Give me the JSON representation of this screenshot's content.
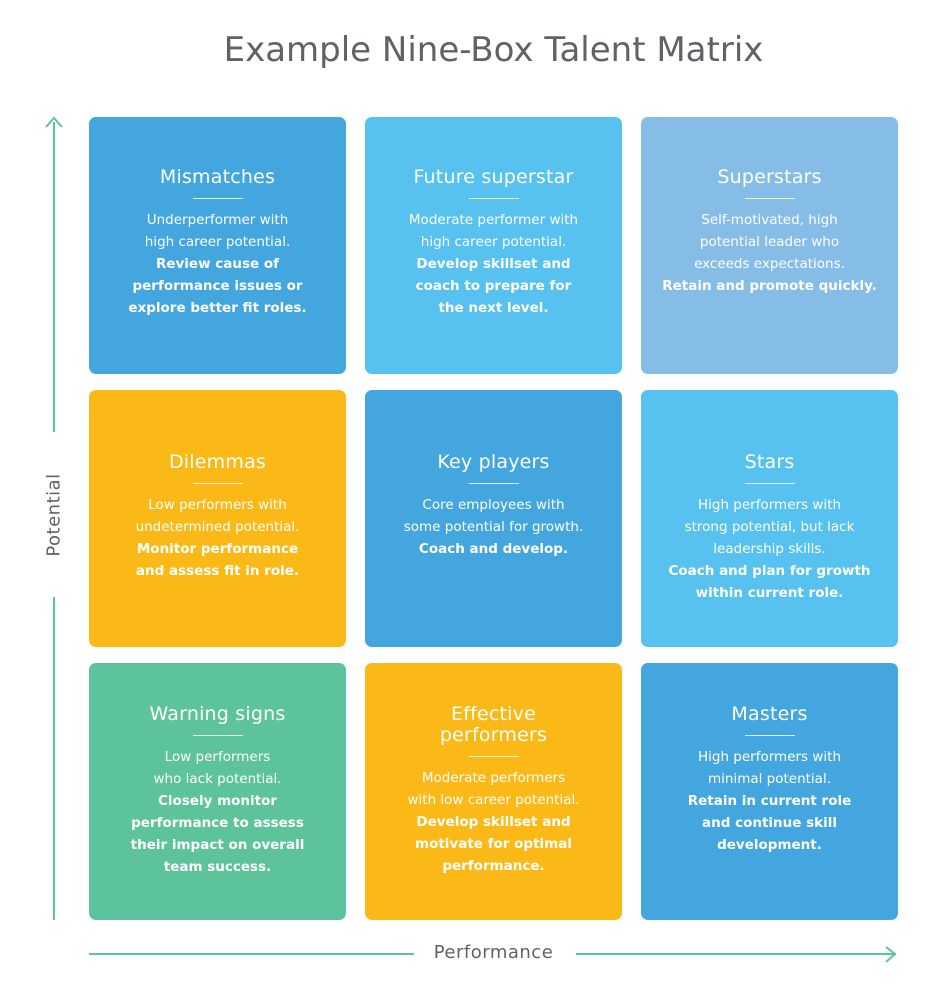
{
  "title": "Example Nine-Box Talent Matrix",
  "axes": {
    "x_label": "Performance",
    "y_label": "Potential"
  },
  "colors": {
    "axis": "#5cc39c",
    "blue_dark": "#44a6df",
    "blue_light": "#57c1ef",
    "blue_pale": "#86bde6",
    "yellow": "#fbb917",
    "green": "#5cc39c"
  },
  "cells": [
    {
      "title": "Mismatches",
      "color": "#44a6df",
      "desc": [
        "Underperformer with",
        "high career potential."
      ],
      "action": [
        "Review cause of",
        "performance issues or",
        "explore better fit roles."
      ]
    },
    {
      "title": "Future superstar",
      "color": "#57c1ef",
      "desc": [
        "Moderate performer with",
        "high career potential."
      ],
      "action": [
        "Develop skillset and",
        "coach to prepare for",
        "the next level."
      ]
    },
    {
      "title": "Superstars",
      "color": "#86bde6",
      "desc": [
        "Self-motivated, high",
        "potential leader who",
        "exceeds expectations."
      ],
      "action": [
        "Retain and promote quickly."
      ]
    },
    {
      "title": "Dilemmas",
      "color": "#fbb917",
      "desc": [
        "Low performers with",
        "undetermined potential."
      ],
      "action": [
        "Monitor performance",
        "and assess fit in role."
      ]
    },
    {
      "title": "Key players",
      "color": "#44a6df",
      "desc": [
        "Core employees with",
        "some potential for growth."
      ],
      "action": [
        "Coach and develop."
      ]
    },
    {
      "title": "Stars",
      "color": "#57c1ef",
      "desc": [
        "High performers with",
        "strong potential, but lack",
        "leadership skills."
      ],
      "action": [
        "Coach and plan for growth",
        "within current role."
      ]
    },
    {
      "title": "Warning signs",
      "color": "#5cc39c",
      "desc": [
        "Low performers",
        "who lack potential."
      ],
      "action": [
        "Closely monitor",
        "performance to assess",
        "their impact on overall",
        "team success."
      ]
    },
    {
      "title": "Effective performers",
      "color": "#fbb917",
      "desc": [
        "Moderate performers",
        "with low career potential."
      ],
      "action": [
        "Develop skillset and",
        "motivate for optimal",
        "performance."
      ]
    },
    {
      "title": "Masters",
      "color": "#44a6df",
      "desc": [
        "High performers with",
        "minimal potential."
      ],
      "action": [
        "Retain in current role",
        "and continue skill",
        "development."
      ]
    }
  ]
}
